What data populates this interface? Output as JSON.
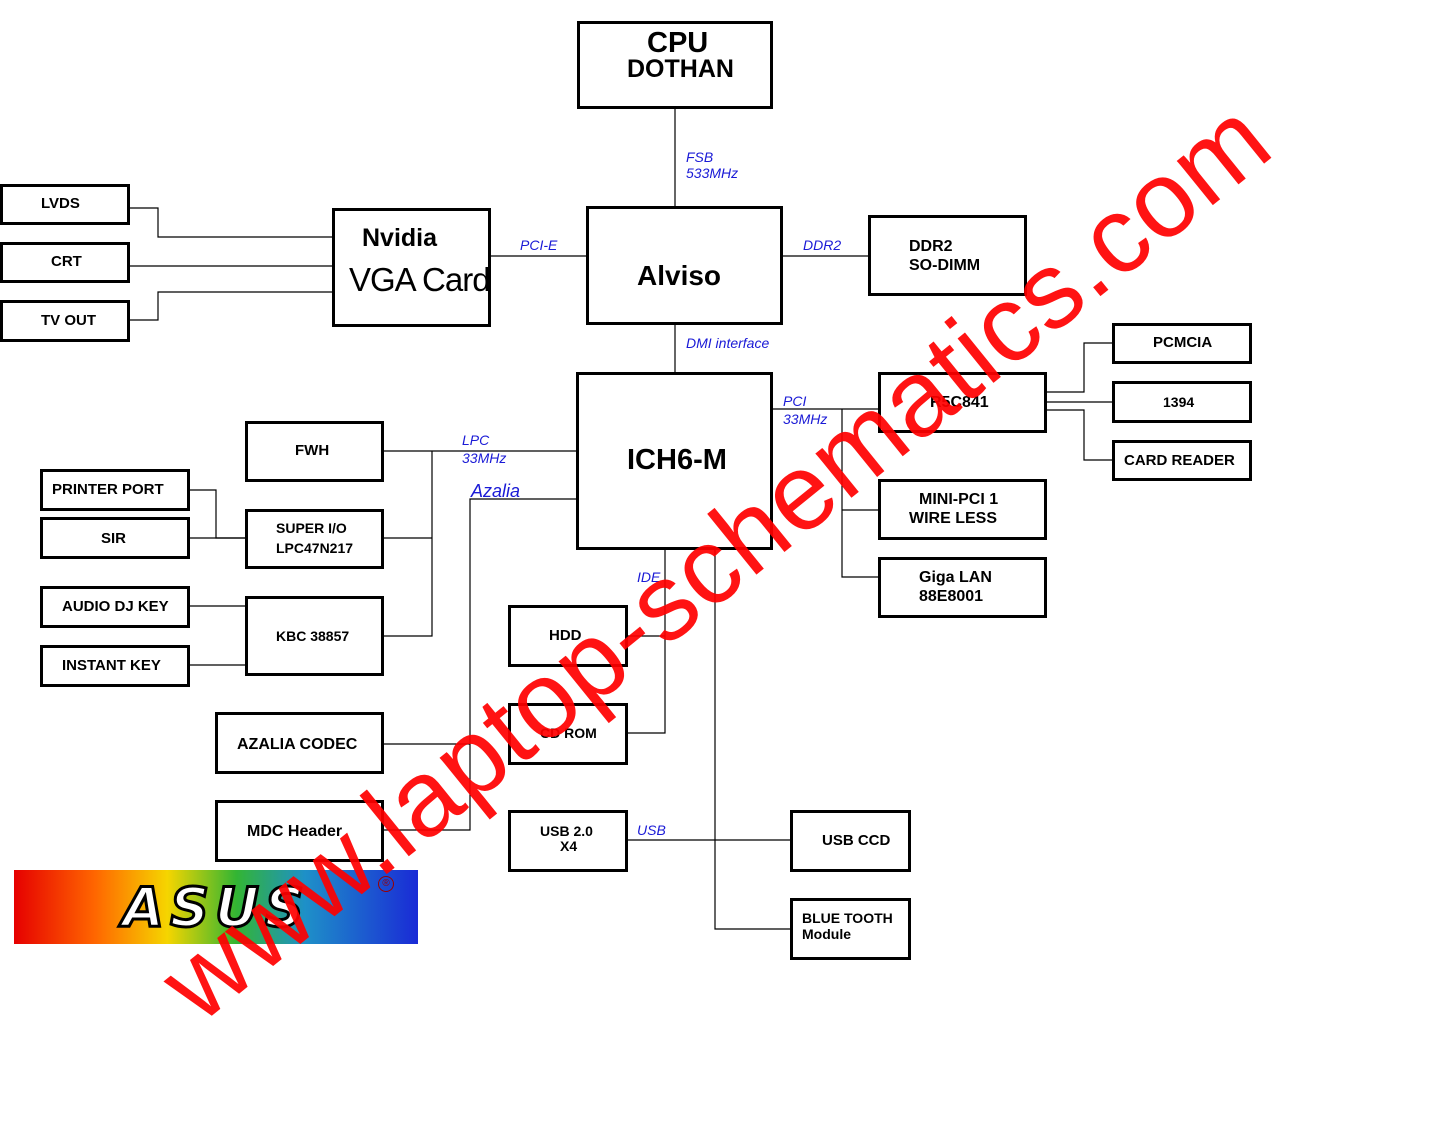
{
  "blocks": {
    "cpu_line1": "CPU",
    "cpu_line2": "DOTHAN",
    "alviso": "Alviso",
    "nvidia_line1": "Nvidia",
    "nvidia_line2": "VGA Card",
    "ddr2_line1": "DDR2",
    "ddr2_line2": "SO-DIMM",
    "lvds": "LVDS",
    "crt": "CRT",
    "tvout": "TV OUT",
    "ich": "ICH6-M",
    "r5c841": "R5C841",
    "pcmcia": "PCMCIA",
    "ieee1394": "1394",
    "cardreader": "CARD READER",
    "minipci_line1": "MINI-PCI 1",
    "minipci_line2": "WIRE LESS",
    "gigalan_line1": "Giga LAN",
    "gigalan_line2": "88E8001",
    "fwh": "FWH",
    "superio_line1": "SUPER I/O",
    "superio_line2": "LPC47N217",
    "printer": "PRINTER PORT",
    "sir": "SIR",
    "kbc": "KBC 38857",
    "audiodj": "AUDIO DJ KEY",
    "instantkey": "INSTANT KEY",
    "azalia_codec": "AZALIA CODEC",
    "mdc": "MDC Header",
    "hdd": "HDD",
    "cdrom": "CD ROM",
    "usb_line1": "USB 2.0",
    "usb_line2": "X4",
    "usbccd": "USB CCD",
    "bt_line1": "BLUE TOOTH",
    "bt_line2": "Module"
  },
  "buses": {
    "fsb_line1": "FSB",
    "fsb_line2": "533MHz",
    "pcie": "PCI-E",
    "ddr2": "DDR2",
    "dmi": "DMI interface",
    "pci_line1": "PCI",
    "pci_line2": "33MHz",
    "lpc_line1": "LPC",
    "lpc_line2": "33MHz",
    "azalia": "Azalia",
    "ide": "IDE",
    "usb": "USB"
  },
  "logo": {
    "text": "ASUS",
    "registered": "®"
  },
  "watermark": "www.laptop-schematics.com",
  "colors": {
    "bus_label": "#1a1ad6",
    "watermark": "#ff0000",
    "line": "#000000"
  }
}
